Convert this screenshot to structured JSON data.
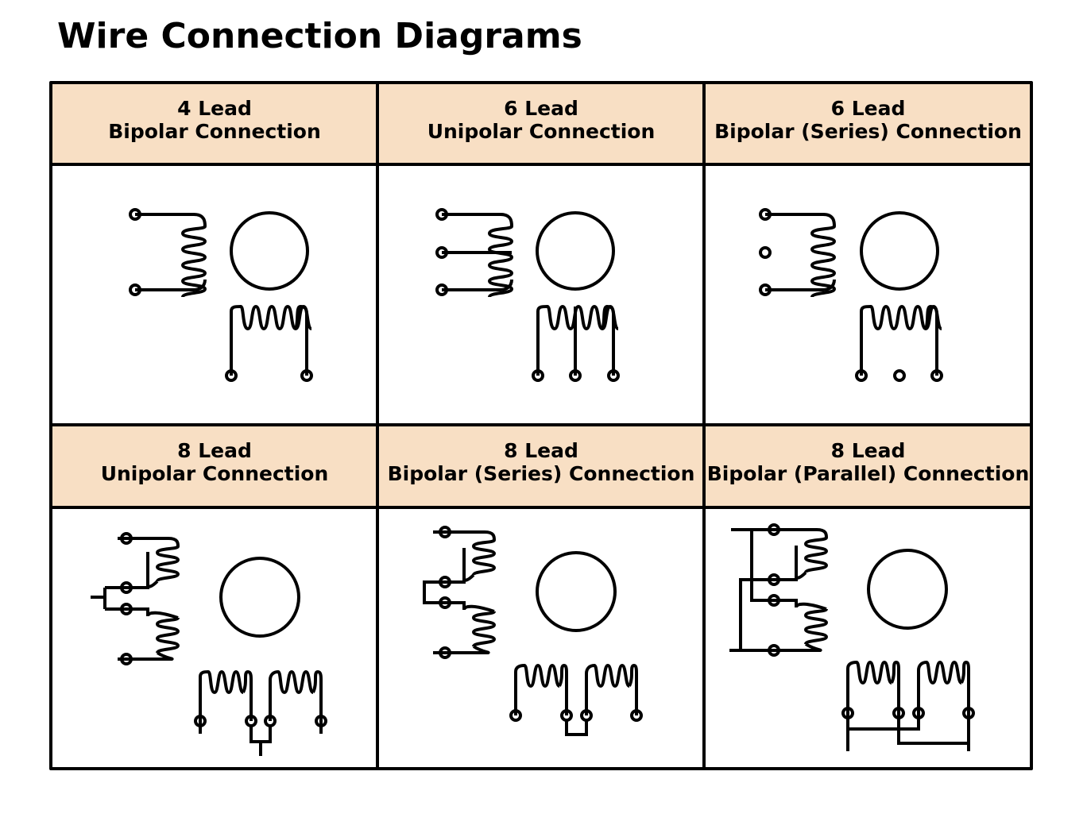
{
  "title": "Wire Connection Diagrams",
  "panels": [
    {
      "line1": "4 Lead",
      "line2": "Bipolar Connection"
    },
    {
      "line1": "6 Lead",
      "line2": "Unipolar Connection"
    },
    {
      "line1": "6 Lead",
      "line2": "Bipolar (Series) Connection"
    },
    {
      "line1": "8 Lead",
      "line2": "Unipolar Connection"
    },
    {
      "line1": "8 Lead",
      "line2": "Bipolar (Series) Connection"
    },
    {
      "line1": "8 Lead",
      "line2": "Bipolar (Parallel) Connection"
    }
  ]
}
